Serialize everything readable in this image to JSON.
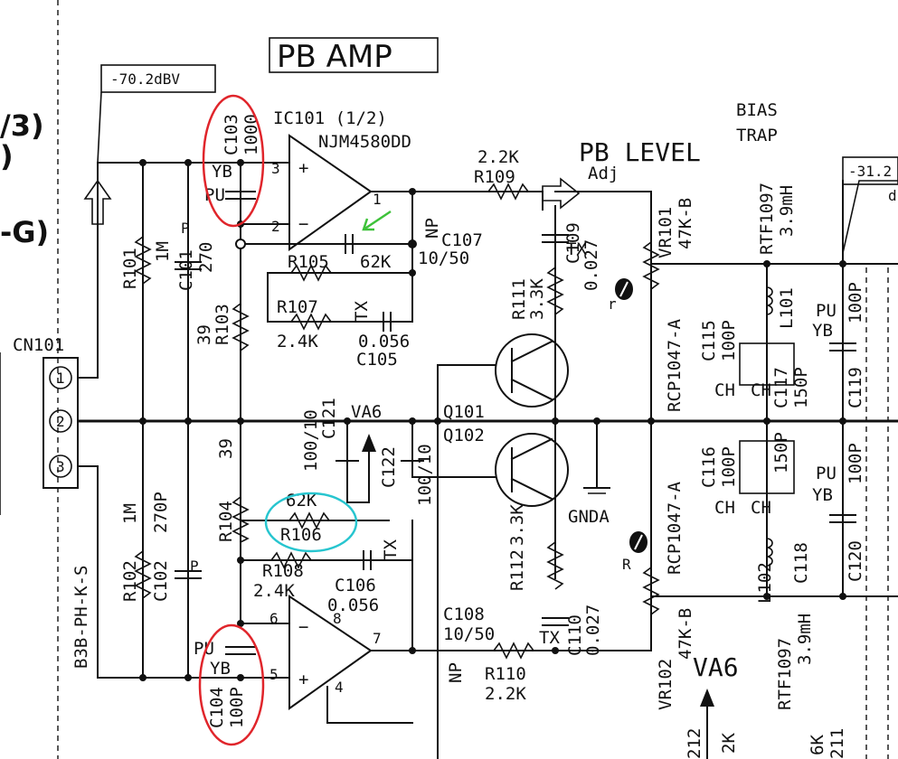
{
  "title": "PB AMP",
  "left_edge": [
    "/3)",
    ")",
    "-G)"
  ],
  "level_in": "-70.2dBV",
  "level_out": "-31.2",
  "level_out_cont": "d",
  "ic": {
    "name": "IC101 (1/2)",
    "part": "NJM4580DD",
    "pins_upper": [
      "3",
      "2",
      "1"
    ],
    "pins_lower": [
      "6",
      "5",
      "7",
      "4",
      "8"
    ]
  },
  "connector": {
    "name": "CN101",
    "part": "B3B-PH-K-S",
    "pins": [
      "1",
      "2",
      "3"
    ]
  },
  "labels": {
    "c103": "C103",
    "c103_v": "1000",
    "yb1": "YB",
    "pu1": "PU",
    "r101": "R101",
    "r101_v": "1M",
    "c101": "C101",
    "c101_v": "270",
    "p1": "P",
    "p2": "P",
    "r105": "R105",
    "r105_v": "62K",
    "r107": "R107",
    "r107_v": "2.4K",
    "tx_c105": "TX",
    "c105_v": "0.056",
    "c105": "C105",
    "r103": "R103",
    "r103_v": "39",
    "r109_v": "2.2K",
    "r109": "R109",
    "c107": "C107",
    "c107_v": "10/50",
    "np1": "NP",
    "pb_level": "PB LEVEL",
    "adj": "Adj",
    "r111": "R111",
    "r111_v": "3.3K",
    "tx1": "TX",
    "c109": "C109",
    "c109_v": "0.027",
    "vr101": "VR101",
    "vr101_v": "47K-B",
    "rcp1": "RCP1047-A",
    "rcp2": "RCP1047-A",
    "bias": "BIAS",
    "trap": "TRAP",
    "rtf1": "RTF1097",
    "rtf1_v": "3.9mH",
    "l101": "L101",
    "c115": "C115",
    "c115_v": "100P",
    "ch1": "CH",
    "ch2": "CH",
    "c117": "C117",
    "c117_v": "150P",
    "pu2": "PU",
    "yb2": "YB",
    "c119": "C119",
    "c119_v": "100P",
    "c121": "C121",
    "c121_v": "100/10",
    "va6_1": "VA6",
    "c122": "C122",
    "c122_v": "100/10",
    "q101": "Q101",
    "q102": "Q102",
    "gnda": "GNDA",
    "c116": "C116",
    "c116_v": "100P",
    "ch3": "CH",
    "ch4": "CH",
    "c118": "C118",
    "c118_v": "150P",
    "pu3": "PU",
    "yb3": "YB",
    "c120": "C120",
    "c120_v": "100P",
    "r104": "R104",
    "r104_v": "39",
    "r102": "R102",
    "r102_v": "1M",
    "c102": "C102",
    "c102_v": "270P",
    "r106_v": "62K",
    "r106": "R106",
    "r108": "R108",
    "r108_v": "2.4K",
    "c106": "C106",
    "c106_v": "0.056",
    "tx_c106": "TX",
    "r112": "R112",
    "r112_v": "3.3K",
    "c108": "C108",
    "c108_v": "10/50",
    "np2": "NP",
    "r110": "R110",
    "r110_v": "2.2K",
    "tx2": "TX",
    "c110": "C110",
    "c110_v": "0.027",
    "vr102": "VR102",
    "vr102_v": "47K-B",
    "va6_2": "VA6",
    "l102": "L102",
    "rtf2": "RTF1097",
    "rtf2_v": "3.9mH",
    "pu4": "PU",
    "yb4": "YB",
    "c104": "C104",
    "c104_v": "100P",
    "r_mark1": "r",
    "r_mark2": "R",
    "b_212": "212",
    "b_2k": "2K",
    "b_6k": "6K",
    "b_211": "211"
  },
  "annotation_colors": {
    "red": "#e0252b",
    "cyan": "#27c5cf",
    "green": "#3ec23a"
  }
}
